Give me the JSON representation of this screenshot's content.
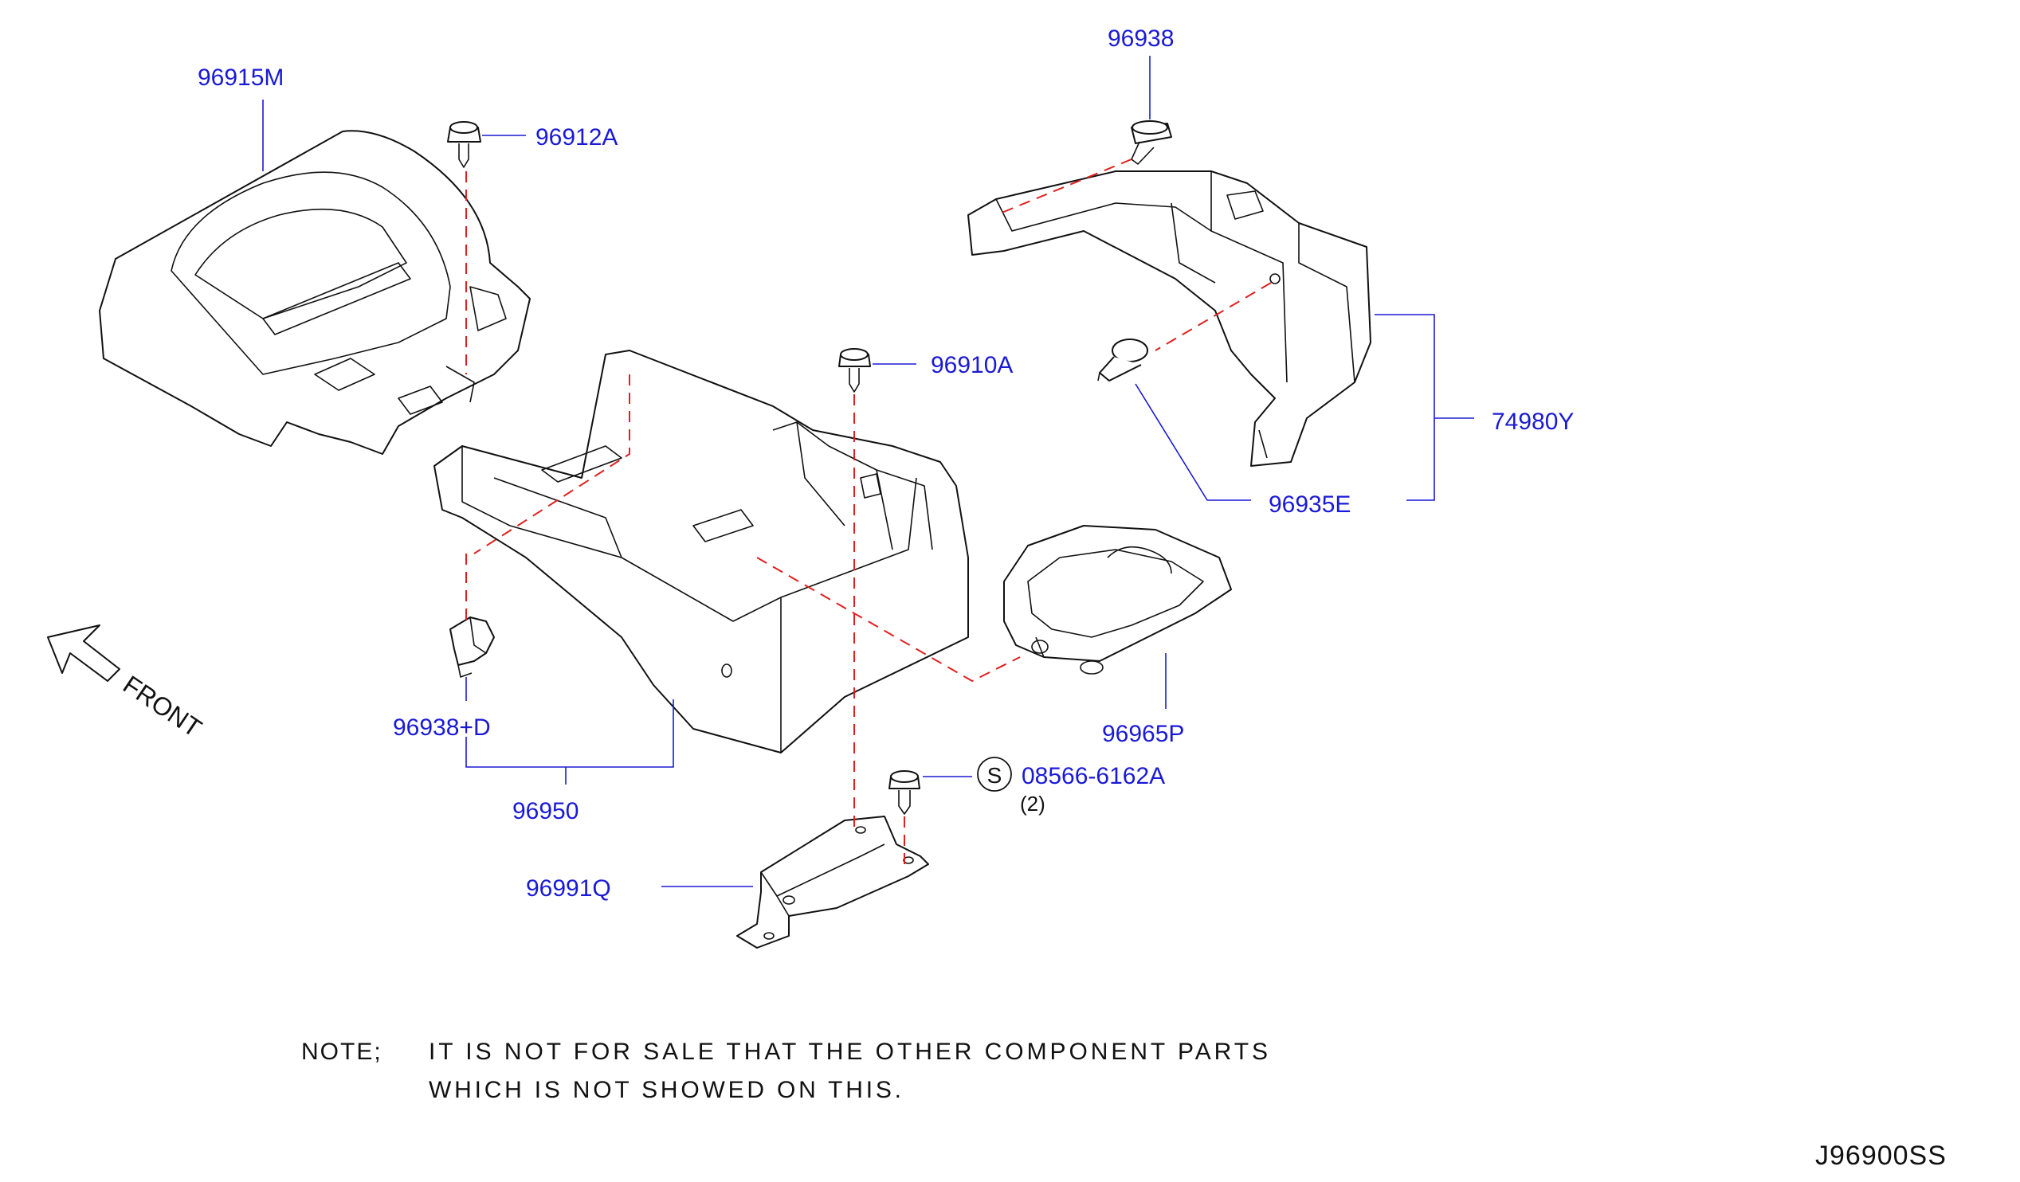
{
  "labels": {
    "p96915M": "96915M",
    "p96912A": "96912A",
    "p96938": "96938",
    "p96910A": "96910A",
    "p74980Y": "74980Y",
    "p96935E": "96935E",
    "p96938D": "96938+D",
    "p96965P": "96965P",
    "p96950": "96950",
    "p08566": "08566-6162A",
    "qty": "(2)",
    "s_mark": "S",
    "p96991Q": "96991Q"
  },
  "front_label": "FRONT",
  "note": {
    "prefix": "NOTE;",
    "line1": "IT IS NOT FOR SALE THAT THE OTHER COMPONENT PARTS",
    "line2": "WHICH IS NOT SHOWED ON THIS."
  },
  "diagram_code": "J96900SS",
  "colors": {
    "label": "#1a1ad6",
    "dashed_line": "#e0201e",
    "outline": "#111111"
  }
}
